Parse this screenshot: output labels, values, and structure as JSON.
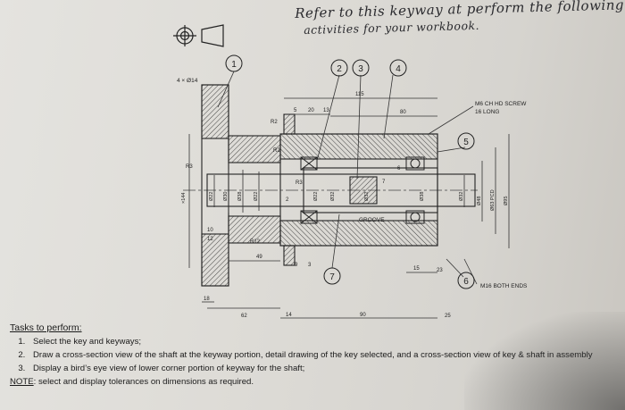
{
  "annotation": {
    "line1": "Refer to this keyway at perform the following",
    "line2": "activities for your workbook."
  },
  "balloons": [
    "1",
    "2",
    "3",
    "4",
    "5",
    "6",
    "7"
  ],
  "callouts": {
    "holes": "4 × Ø14",
    "screw_line1": "M6 CH HD SCREW",
    "screw_line2": "16 LONG",
    "thread": "M16 BOTH ENDS",
    "groove": "GROOVE"
  },
  "dimensions": {
    "top_115": "115",
    "d5": "5",
    "d20": "20",
    "d13": "13",
    "d80": "80",
    "r2": "R2",
    "r3_left": "R3",
    "r3_inner": "R3",
    "r2_small": "R2",
    "r12": "R12",
    "d49": "49",
    "d10": "10",
    "d12": "12",
    "d15": "15",
    "d23": "23",
    "d9": "9",
    "d3": "3",
    "d18": "18",
    "d62": "62",
    "d14": "14",
    "d90": "90",
    "d25": "25",
    "d6": "6",
    "d7": "7",
    "d2": "2",
    "phi144": "×144",
    "dia_a": "Ø22",
    "dia_b": "Ø30",
    "dia_c": "Ø38",
    "dia_d": "Ø22",
    "dia_e": "Ø22",
    "dia_f": "Ø32",
    "dia_g": "Ø32",
    "dia_h": "Ø38",
    "dia_i": "Ø32",
    "dia_j": "Ø48",
    "pcd": "Ø63 PCD",
    "dia_k": "Ø95"
  },
  "tasks": {
    "heading": "Tasks to perform:",
    "items": [
      "Select the key and keyways;",
      "Draw a cross-section view of the shaft at the keyway portion, detail drawing of the key selected, and a cross-section view of key & shaft in assembly",
      "Display a bird’s eye view of lower corner portion of keyway for the shaft;"
    ],
    "note_label": "NOTE",
    "note_text": ": select and display tolerances on dimensions as required."
  }
}
